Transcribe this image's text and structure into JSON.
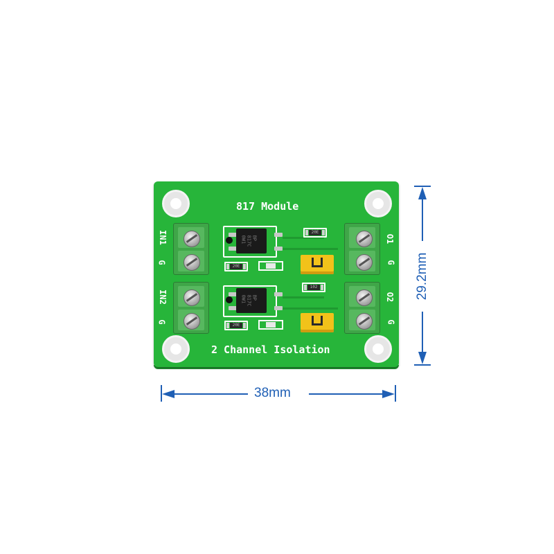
{
  "board": {
    "title": "817 Module",
    "subtitle": "2 Channel Isolation",
    "labels": {
      "in1": "IN1",
      "g_left_1": "G",
      "in2": "IN2",
      "g_left_2": "G",
      "o1": "O1",
      "g_right_1": "G",
      "o2": "O2",
      "g_right_2": "G"
    },
    "resistor_marking_1": "20E",
    "resistor_marking_2": "20E",
    "resistor_marking_3": "102",
    "resistor_marking_4": "20E",
    "chip_marking": "BP\n817C\n0W1"
  },
  "dimensions": {
    "width": "38mm",
    "height": "29.2mm"
  },
  "colors": {
    "pcb": "#27b53a",
    "dimension": "#1f5fb5",
    "jumper": "#f2c21a",
    "terminal": "#3fa648"
  }
}
